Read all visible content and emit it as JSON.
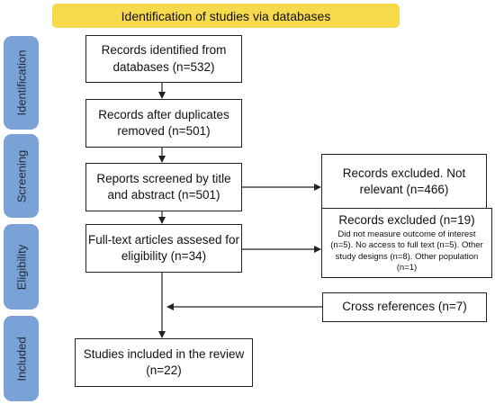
{
  "header": "Identification of studies via databases",
  "stages": {
    "identification": "Identification",
    "screening": "Screening",
    "eligibility": "Eligibility",
    "included": "Included"
  },
  "boxes": {
    "identified": "Records identified from databases (n=532)",
    "after_duplicates": "Records after duplicates removed (n=501)",
    "screened": "Reports screened by title and abstract (n=501)",
    "fulltext": "Full-text articles assesed for eligibility (n=34)",
    "included": "Studies included in the review (n=22)",
    "excluded_1": "Records excluded. Not relevant (n=466)",
    "excluded_2_title": "Records excluded (n=19)",
    "excluded_2_detail": "Did not measure outcome of interest (n=5).  No access to full text (n=5). Other study designs (n=8). Other population (n=1)",
    "cross_references": "Cross references (n=7)"
  },
  "colors": {
    "header_bg": "#f7d94c",
    "stage_bg": "#7aa2d6"
  }
}
